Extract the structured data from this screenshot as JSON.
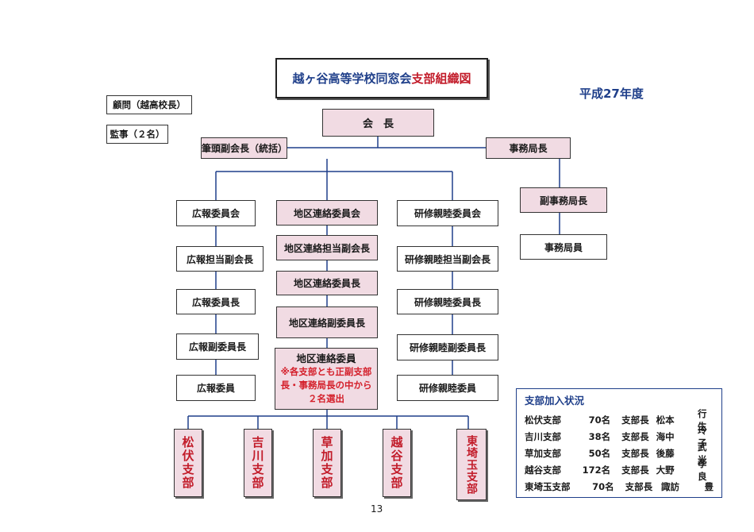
{
  "title": {
    "part1": "越ヶ谷高等学校同窓会",
    "part2": "支部組織図"
  },
  "year": "平成27年度",
  "advisors": {
    "adviser": "顧問（越高校長）",
    "auditor": "監事（２名）"
  },
  "president": "会　長",
  "vice_president": "筆頭副会長（統括）",
  "secretary_general": "事務局長",
  "deputy_secretary": "副事務局長",
  "secretariat_staff": "事務局員",
  "pr_column": [
    "広報委員会",
    "広報担当副会長",
    "広報委員長",
    "広報副委員長",
    "広報委員"
  ],
  "liaison_column": [
    "地区連絡委員会",
    "地区連絡担当副会長",
    "地区連絡委員長",
    "地区連絡副委員長"
  ],
  "liaison_member": {
    "label": "地区連絡委員",
    "note": "※各支部とも正副支部長・事務局長の中から２名選出"
  },
  "training_column": [
    "研修親睦委員会",
    "研修親睦担当副会長",
    "研修親睦委員長",
    "研修親睦副委員長",
    "研修親睦委員"
  ],
  "branches": [
    "松伏支部",
    "吉川支部",
    "草加支部",
    "越谷支部",
    "東埼玉支部"
  ],
  "status": {
    "heading": "支部加入状況",
    "rows": [
      {
        "branch": "松伏支部",
        "count": "70名",
        "role": "支部長",
        "surname": "松本",
        "given": "行生"
      },
      {
        "branch": "吉川支部",
        "count": "38名",
        "role": "支部長",
        "surname": "海中",
        "given": "玲子"
      },
      {
        "branch": "草加支部",
        "count": "50名",
        "role": "支部長",
        "surname": "後藤",
        "given": "武光"
      },
      {
        "branch": "越谷支部",
        "count": "172名",
        "role": "支部長",
        "surname": "大野",
        "given": "孝良"
      },
      {
        "branch": "東埼玉支部",
        "count": "70名",
        "role": "支部長",
        "surname": "諏訪",
        "given": "豊"
      }
    ]
  },
  "page_number": "13"
}
